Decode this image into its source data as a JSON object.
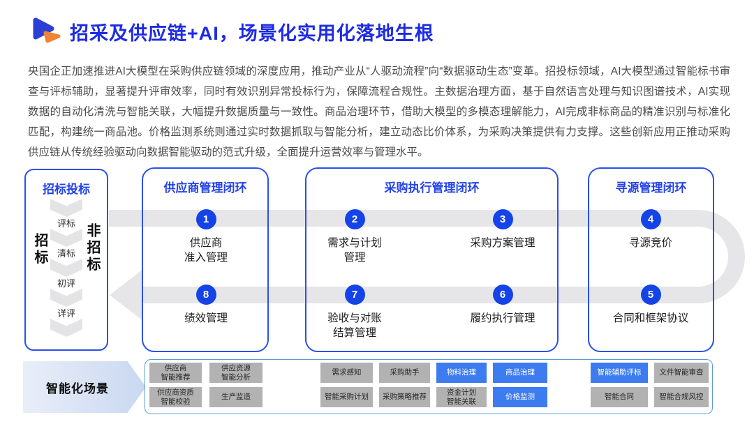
{
  "header": {
    "title": "招采及供应链+AI，场景化实用化落地生根"
  },
  "intro": "央国企正加速推进AI大模型在采购供应链领域的深度应用，推动产业从“人驱动流程”向“数据驱动生态”变革。招投标领域，AI大模型通过智能标书审查与评标辅助，显著提升评审效率，同时有效识别异常投标行为，保障流程合规性。主数据治理方面，基于自然语言处理与知识图谱技术，AI实现数据的自动化清洗与智能关联，大幅提升数据质量与一致性。商品治理环节，借助大模型的多模态理解能力，AI完成非标商品的精准识别与标准化匹配，构建统一商品池。价格监测系统则通过实时数据抓取与智能分析，建立动态比价体系，为采购决策提供有力支撑。这些创新应用正推动采购供应链从传统经验驱动向数据智能驱动的范式升级，全面提升运营效率与管理水平。",
  "bidding_panel": {
    "title": "招标投标",
    "left_label": "招标",
    "right_label": "非招标",
    "steps": [
      "评标",
      "清标",
      "初评",
      "详评"
    ]
  },
  "loops": [
    {
      "title": "供应商管理闭环",
      "nodes": [
        {
          "num": "1",
          "label": "供应商\n准入管理"
        },
        {
          "num": "8",
          "label": "绩效管理"
        }
      ]
    },
    {
      "title": "采购执行管理闭环",
      "nodes": [
        {
          "num": "2",
          "label": "需求与计划\n管理"
        },
        {
          "num": "3",
          "label": "采购方案管理"
        },
        {
          "num": "7",
          "label": "验收与对账\n结算管理"
        },
        {
          "num": "6",
          "label": "履约执行管理"
        }
      ]
    },
    {
      "title": "寻源管理闭环",
      "nodes": [
        {
          "num": "4",
          "label": "寻源竞价"
        },
        {
          "num": "5",
          "label": "合同和框架协议"
        }
      ]
    }
  ],
  "scenarios": {
    "label": "智能化场景",
    "groups": [
      {
        "tags": [
          {
            "text": "供应商\n智能推荐",
            "highlight": false
          },
          {
            "text": "供应资源\n智能分析",
            "highlight": false
          },
          {
            "text": "供应商资质\n智能校验",
            "highlight": false
          },
          {
            "text": "生产监造",
            "highlight": false
          }
        ]
      },
      {
        "tags": [
          {
            "text": "需求感知",
            "highlight": false
          },
          {
            "text": "采购助手",
            "highlight": false
          },
          {
            "text": "物料治理",
            "highlight": true
          },
          {
            "text": "商品治理",
            "highlight": true
          },
          {
            "text": "智能采购计划",
            "highlight": false
          },
          {
            "text": "采购策略推荐",
            "highlight": false
          },
          {
            "text": "资金计划\n智能关联",
            "highlight": false
          },
          {
            "text": "价格监测",
            "highlight": true
          }
        ]
      },
      {
        "tags": [
          {
            "text": "智能辅助评标",
            "highlight": true
          },
          {
            "text": "文件智能审查",
            "highlight": false
          },
          {
            "text": "智能合同",
            "highlight": false
          },
          {
            "text": "智能合规风控",
            "highlight": false
          }
        ]
      }
    ]
  },
  "colors": {
    "title_blue": "#1D2BE2",
    "box_border_blue": "#2B50EC",
    "circle_blue": "#1443E8",
    "tag_highlight_blue": "#3D7BF0",
    "scenario_border_blue": "#5B9BD5",
    "flow_gray": "#E6E6E9",
    "tag_gray": "#B2B2B2",
    "icon_orange": "#EF8433"
  }
}
